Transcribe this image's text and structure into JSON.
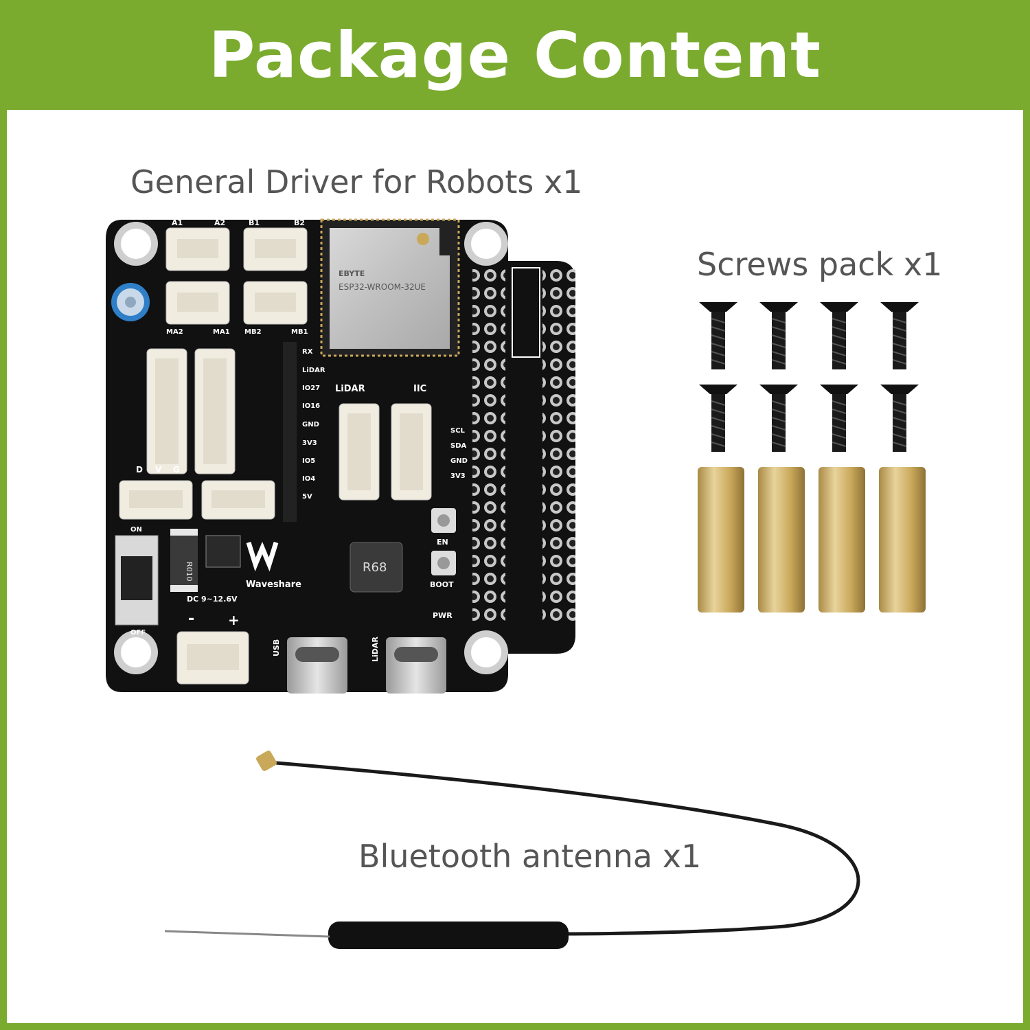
{
  "header": {
    "title": "Package Content"
  },
  "items": {
    "board_caption": "General Driver for Robots x1",
    "screws_caption": "Screws pack x1",
    "antenna_caption": "Bluetooth antenna x1"
  },
  "board_labels": {
    "a1": "A1",
    "a2": "A2",
    "b1": "B1",
    "b2": "B2",
    "ma2": "MA2",
    "ma1": "MA1",
    "mb2": "MB2",
    "mb1": "MB1",
    "module_brand": "EBYTE",
    "module_model": "ESP32-WROOM-32UE",
    "lidar": "LiDAR",
    "iic": "IIC",
    "scl": "SCL",
    "sda": "SDA",
    "gnd": "GND",
    "v3v3": "3V3",
    "rx": "RX",
    "io27": "IO27",
    "io16": "IO16",
    "io5": "IO5",
    "io4": "IO4",
    "v5": "5V",
    "en": "EN",
    "boot": "BOOT",
    "pwr": "PWR",
    "brand": "Waveshare",
    "dc": "DC 9~12.6V",
    "on": "ON",
    "off": "OFF",
    "usb": "USB",
    "lidar_port": "LiDAR",
    "d": "D",
    "v": "V",
    "g": "G",
    "inductor": "R68",
    "resistor": "R010",
    "plus": "+",
    "minus": "-"
  },
  "colors": {
    "header_green": "#7aab2e",
    "caption_gray": "#555555",
    "pcb_black": "#111111",
    "connector_ivory": "#f1ece0",
    "brass": "#c9a85a"
  }
}
